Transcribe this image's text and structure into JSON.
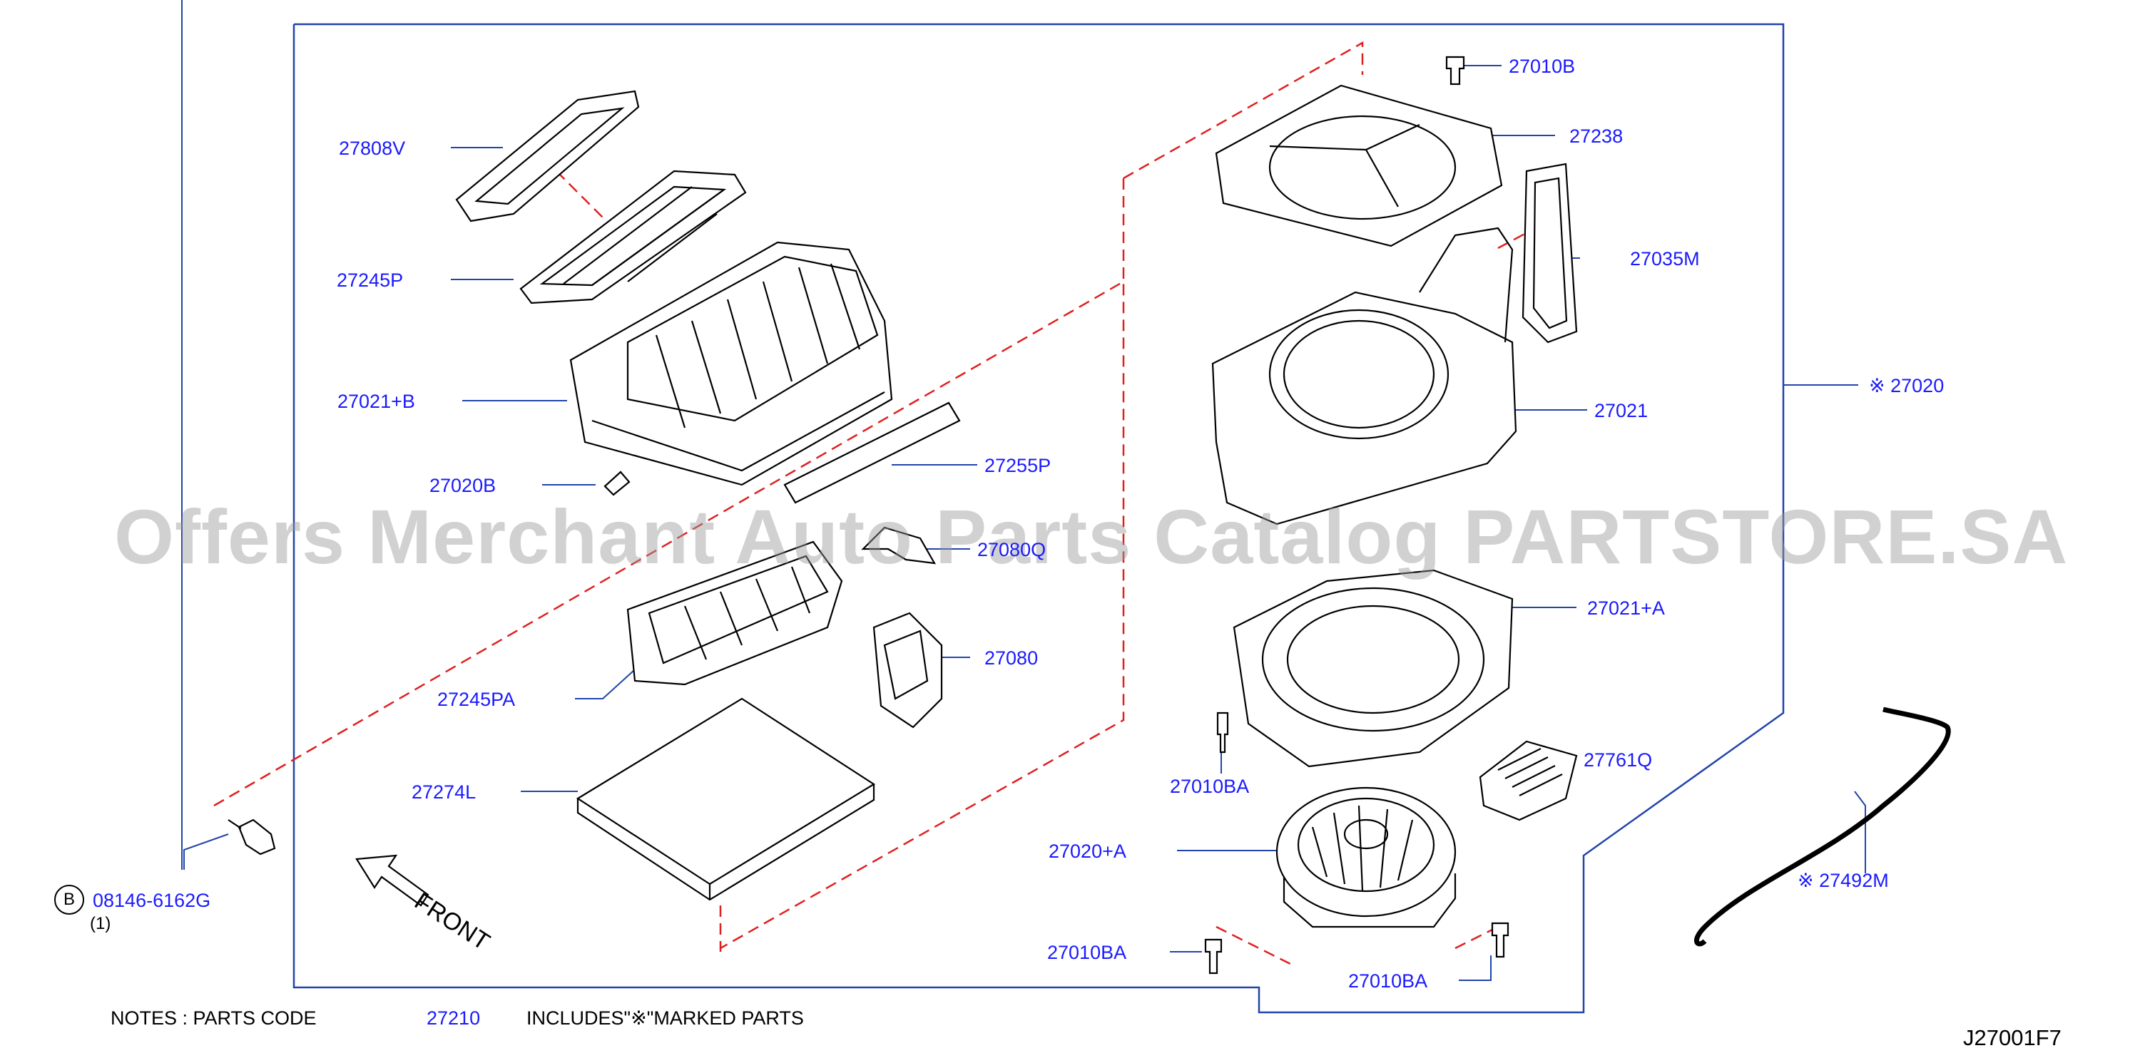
{
  "watermark": "Offers Merchant Auto Parts Catalog PARTSTORE.SA",
  "diagram_code": "J27001F7",
  "front_label": "FRONT",
  "notes": {
    "prefix": "NOTES  :  PARTS  CODE",
    "code": "27210",
    "suffix": "INCLUDES\"※\"MARKED  PARTS"
  },
  "bolt_ref": {
    "circle_letter": "B",
    "part_number": "08146-6162G",
    "quantity": "(1)"
  },
  "callouts": {
    "p27808V": "27808V",
    "p27245P": "27245P",
    "p27021B": "27021+B",
    "p27020B": "27020B",
    "p27255P": "27255P",
    "p27080Q": "27080Q",
    "p27080": "27080",
    "p27245PA": "27245PA",
    "p27274L": "27274L",
    "p27010B": "27010B",
    "p27238": "27238",
    "p27035M": "27035M",
    "p27020": "※ 27020",
    "p27021": "27021",
    "p27021A": "27021+A",
    "p27010BA_1": "27010BA",
    "p27761Q": "27761Q",
    "p27020A": "27020+A",
    "p27492M": "※ 27492M",
    "p27010BA_2": "27010BA",
    "p27010BA_3": "27010BA"
  },
  "colors": {
    "label": "#1a1aff",
    "frame": "#2244aa",
    "leader": "#2244aa",
    "dash": "#e02020",
    "drawing": "#000000"
  }
}
